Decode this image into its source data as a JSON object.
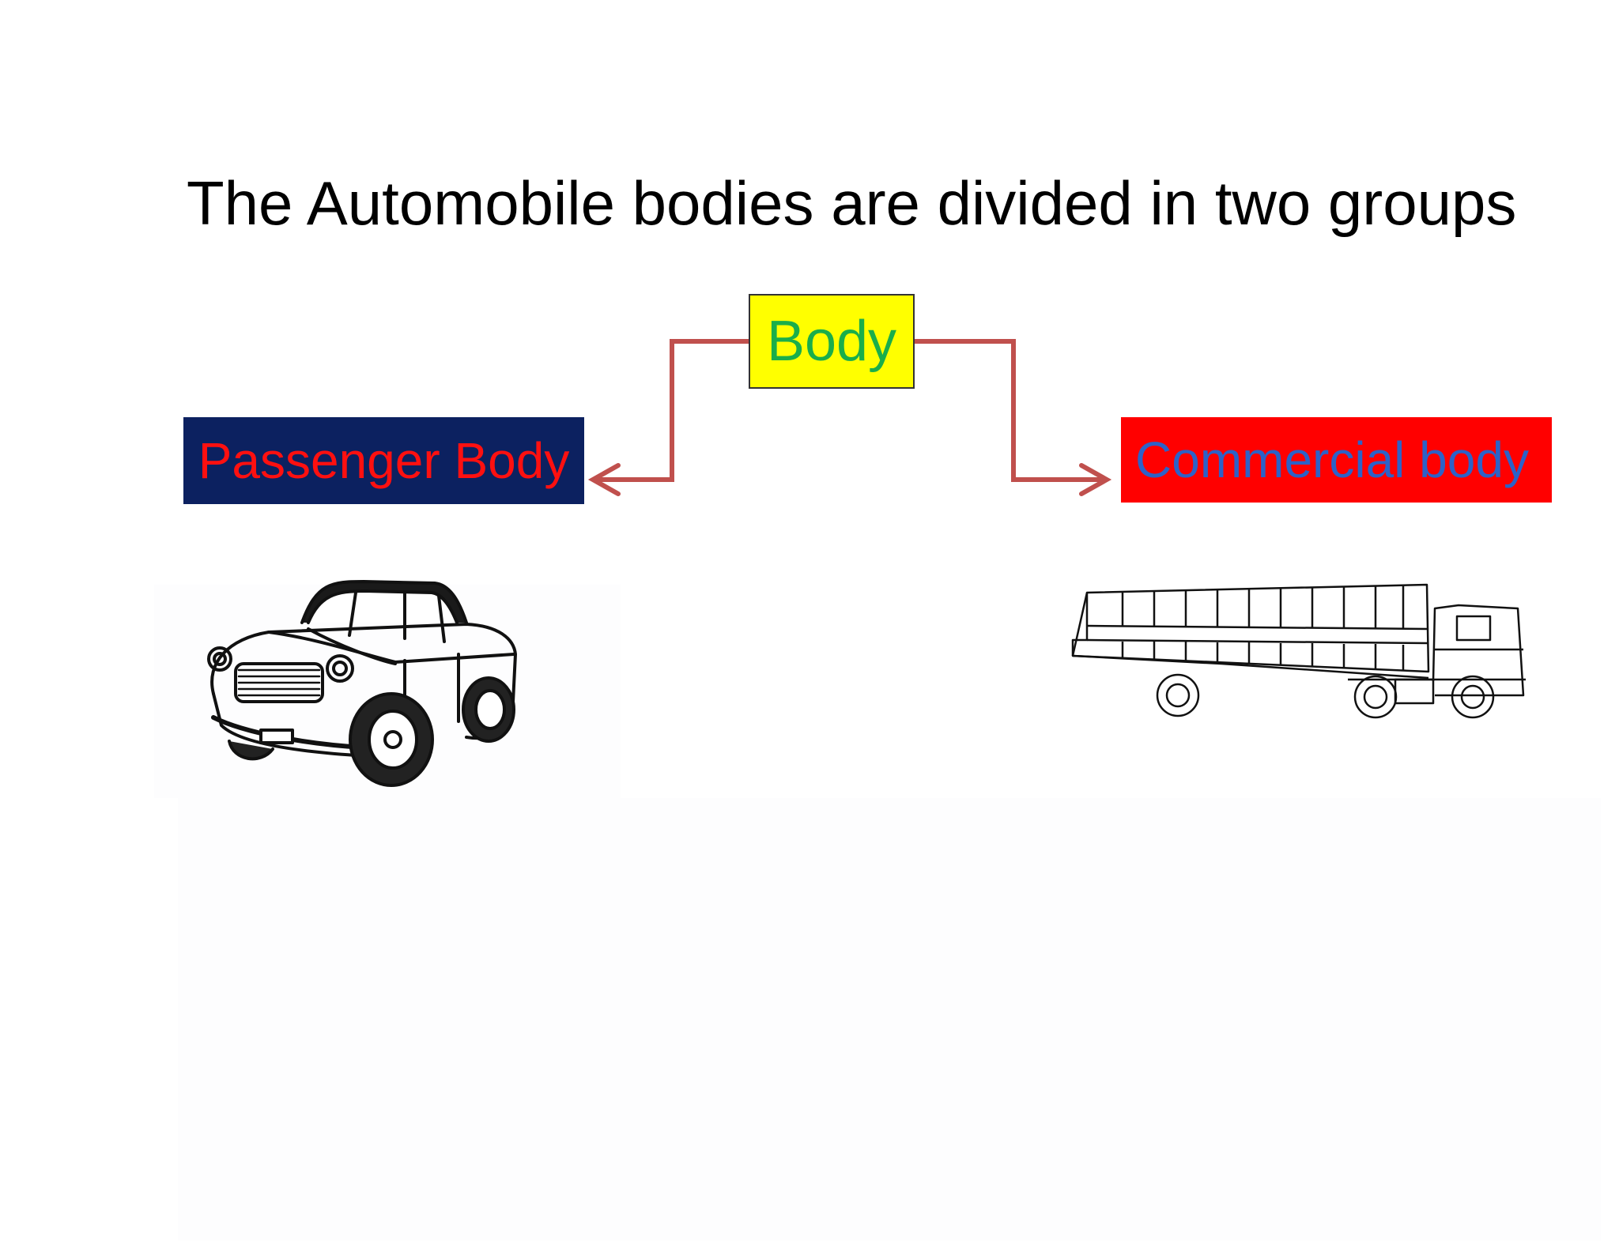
{
  "title": "The Automobile bodies are divided in two groups",
  "root": {
    "label": "Body",
    "fill": "#ffff00",
    "text_color": "#1aae4a"
  },
  "children": [
    {
      "label": "Passenger Body",
      "fill": "#0c2160",
      "text_color": "#ff1010",
      "illustration": "car-icon"
    },
    {
      "label": "Commercial body",
      "fill": "#ff0000",
      "text_color": "#2c62c8",
      "illustration": "truck-icon"
    }
  ],
  "connector_color": "#c0504d"
}
